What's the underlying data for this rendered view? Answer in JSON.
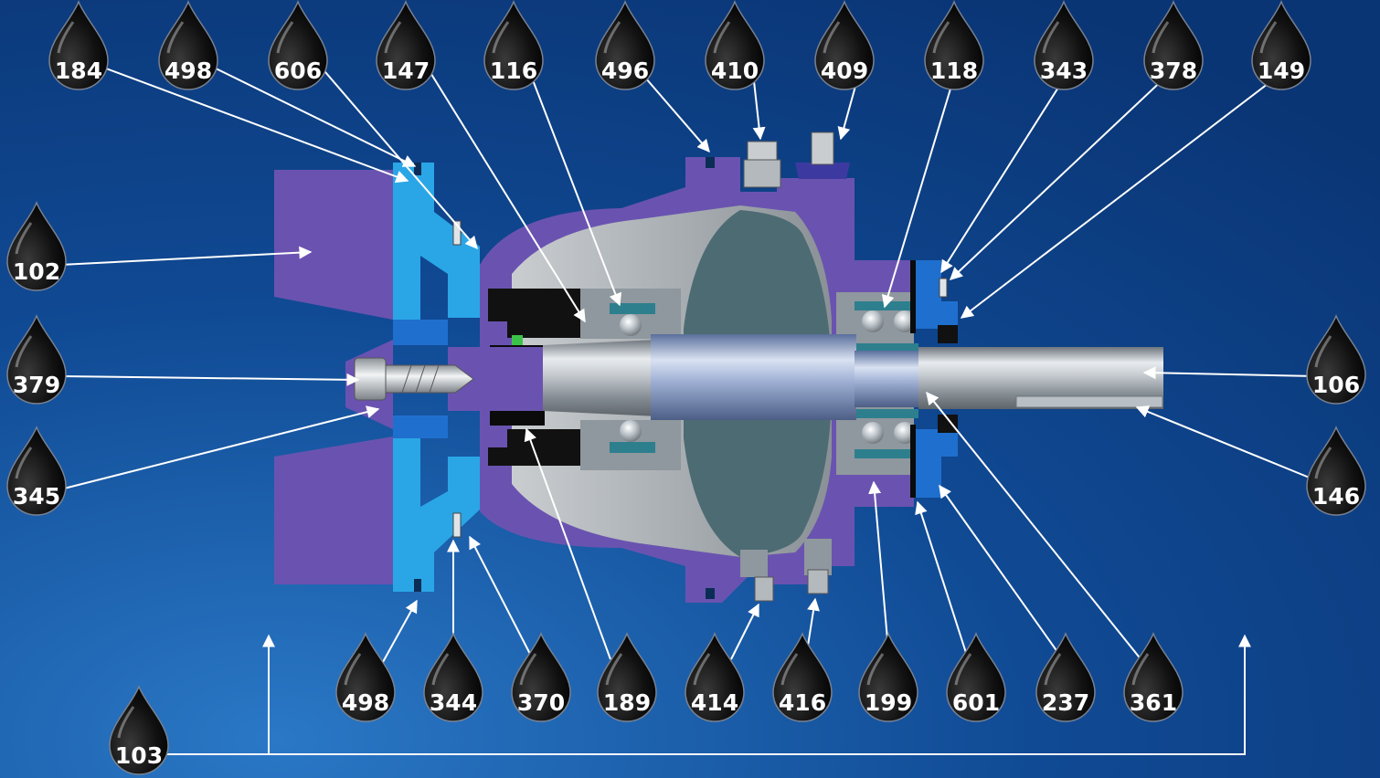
{
  "colors": {
    "background": "#0d3f86",
    "drop": "#0a0a0a",
    "housing_purple": "#6a53b0",
    "light_blue": "#2aa6e6",
    "mid_blue": "#1f6fce",
    "steel_gray": "#8f989e",
    "dark_teal": "#4d6b73",
    "bearing_ring": "#2d7f8e",
    "seal_green": "#3cc24a",
    "leader": "#ffffff"
  },
  "icons": {
    "callout_marker": "oil-drop-icon"
  },
  "callouts": {
    "top": [
      "184",
      "498",
      "606",
      "147",
      "116",
      "496",
      "410",
      "409",
      "118",
      "343",
      "378",
      "149"
    ],
    "left": [
      "102",
      "379",
      "345"
    ],
    "right": [
      "106",
      "146"
    ],
    "bottom": [
      "498",
      "344",
      "370",
      "189",
      "414",
      "416",
      "199",
      "601",
      "237",
      "361"
    ],
    "base": "103"
  }
}
